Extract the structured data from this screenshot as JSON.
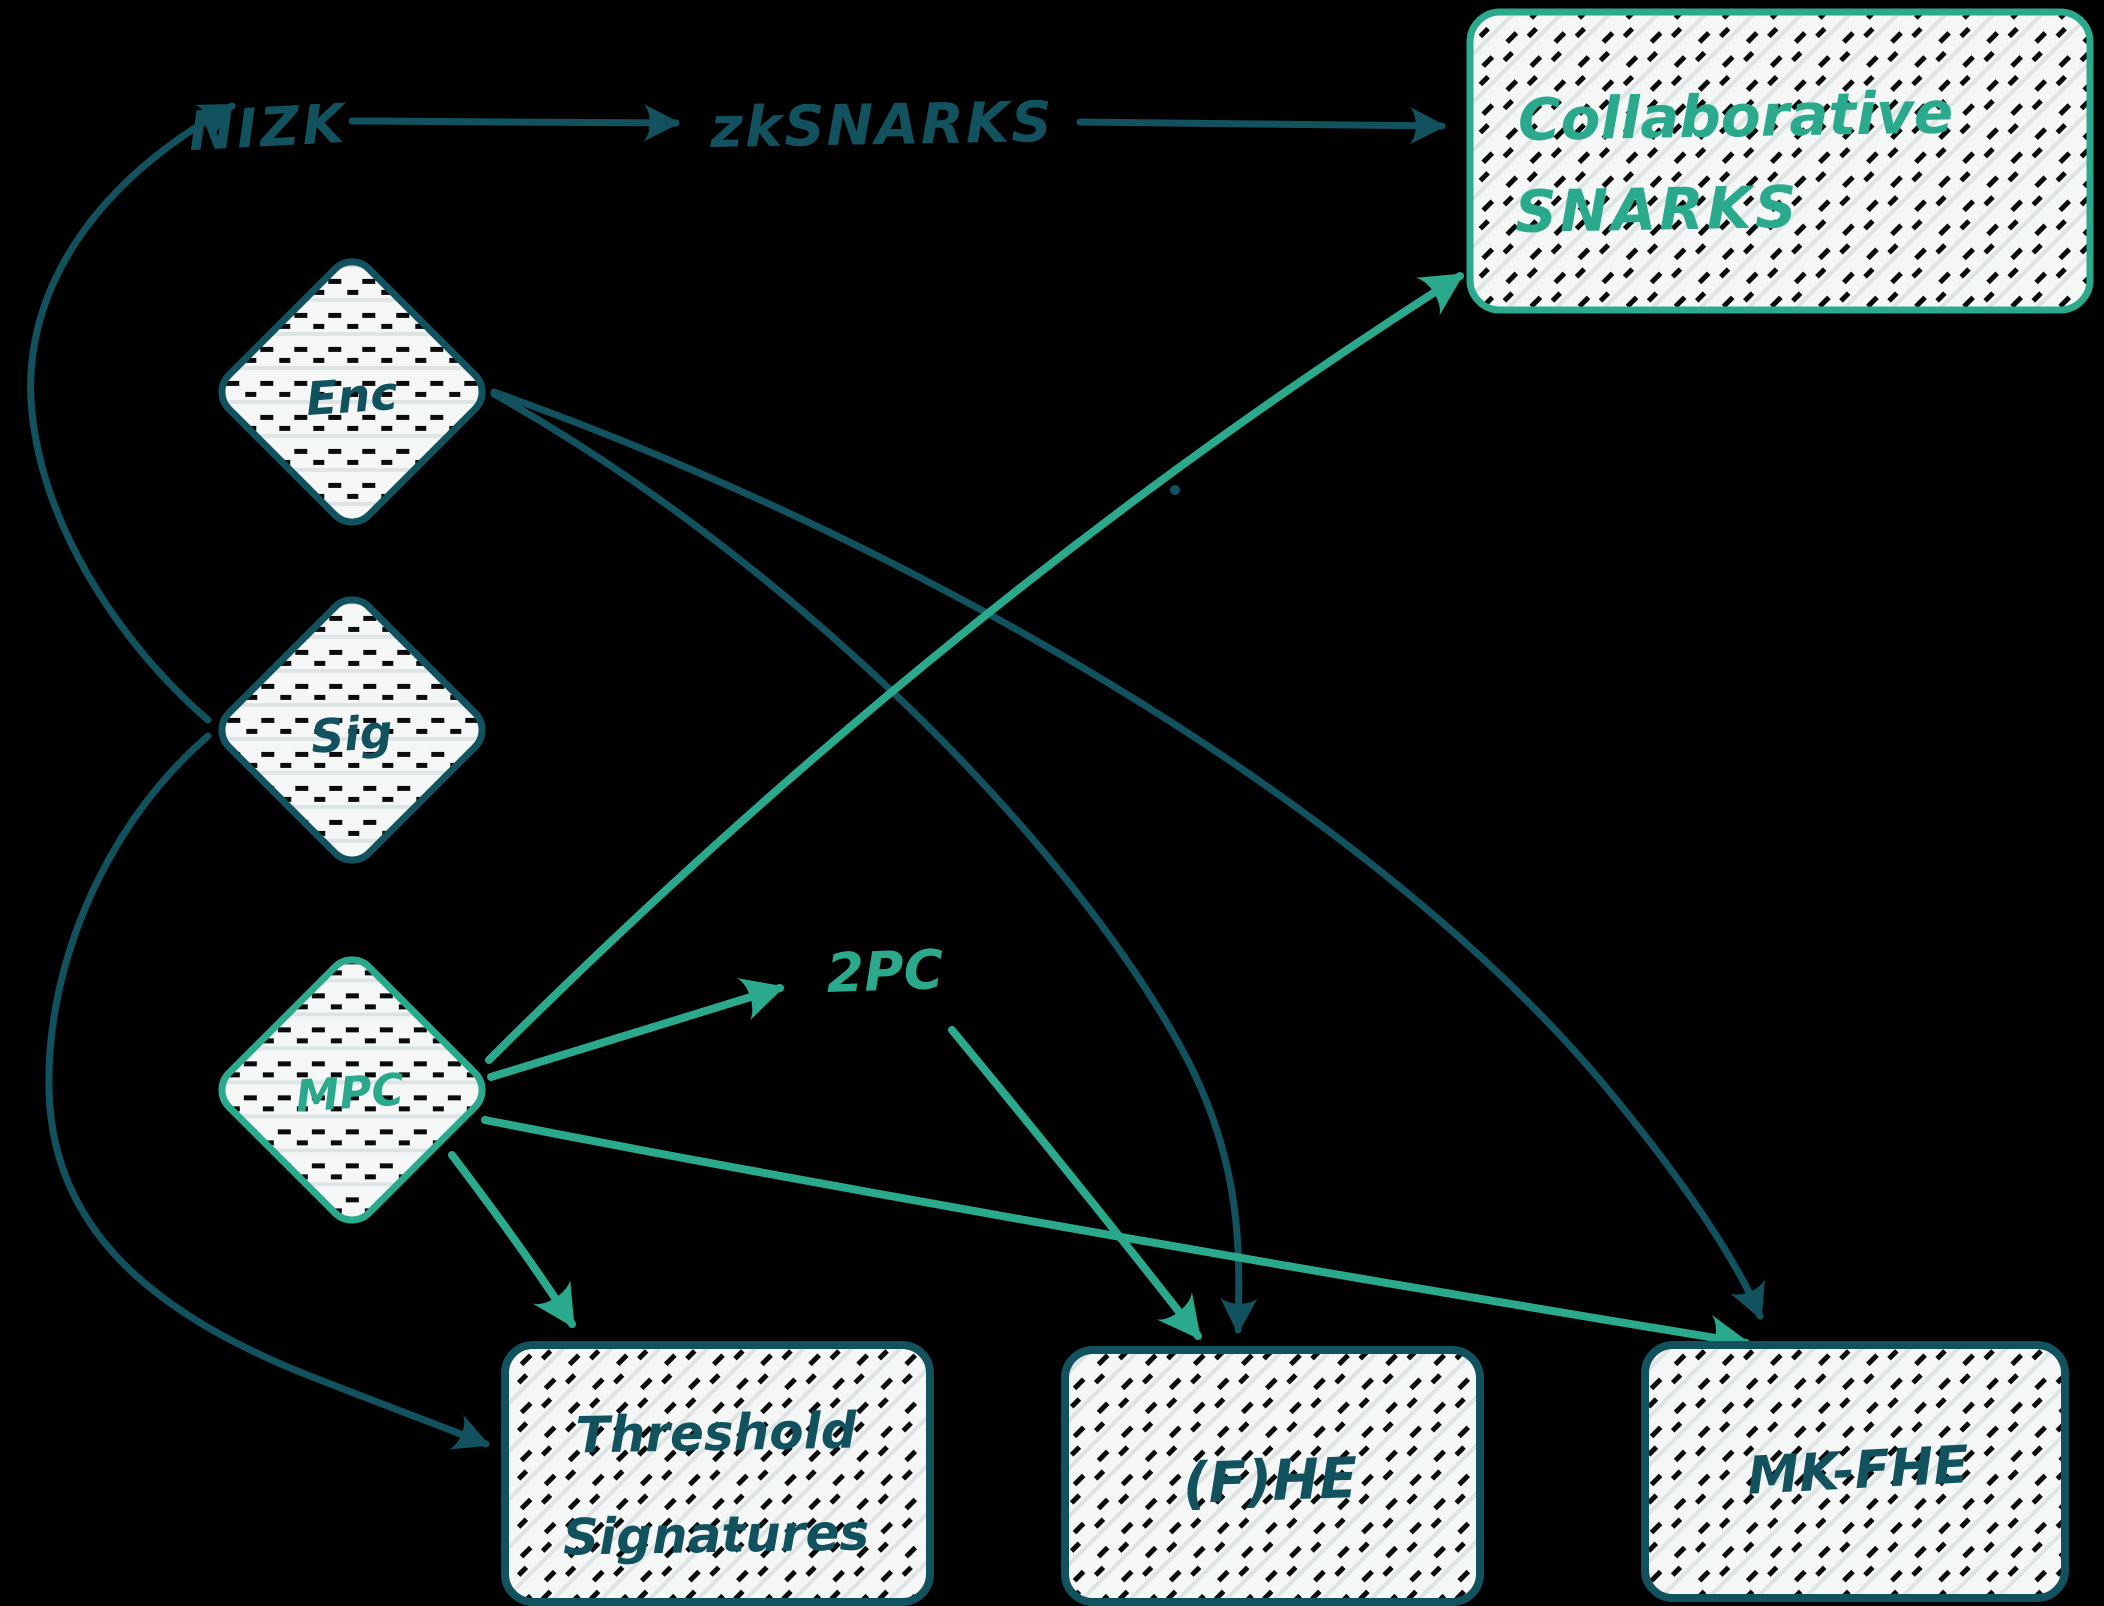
{
  "diagram": {
    "title": "cryptography concepts relationship diagram",
    "background_color": "#000000",
    "colors": {
      "dark_teal": "#12525f",
      "green": "#2aa98c",
      "node_fill": "#f4f7f6",
      "hatch_dash": "#0b0b0b",
      "hatch_streak": "#dde4e3"
    },
    "nodes": {
      "nizk": {
        "label": "NIZK",
        "shape": "text",
        "color": "dark_teal"
      },
      "zksnarks": {
        "label": "zkSNARKS",
        "shape": "text",
        "color": "dark_teal"
      },
      "collaborative_snarks": {
        "label_line1": "Collaborative",
        "label_line2": "SNARKS",
        "shape": "rounded-rectangle",
        "color": "green"
      },
      "enc": {
        "label": "Enc",
        "shape": "diamond",
        "color": "dark_teal"
      },
      "sig": {
        "label": "Sig",
        "shape": "diamond",
        "color": "dark_teal"
      },
      "mpc": {
        "label": "MPC",
        "shape": "diamond",
        "color": "green"
      },
      "two_pc": {
        "label": "2PC",
        "shape": "text",
        "color": "green"
      },
      "threshold_signatures": {
        "label_line1": "Threshold",
        "label_line2": "Signatures",
        "shape": "rounded-rectangle",
        "color": "dark_teal"
      },
      "fhe": {
        "label": "(F)HE",
        "shape": "rounded-rectangle",
        "color": "dark_teal"
      },
      "mk_fhe": {
        "label": "MK-FHE",
        "shape": "rounded-rectangle",
        "color": "dark_teal"
      }
    },
    "edges": [
      {
        "id": "nizk-to-zksnarks",
        "from": "nizk",
        "to": "zksnarks",
        "color": "dark_teal",
        "style": "straight-arrow"
      },
      {
        "id": "zksnarks-to-collaborative-snarks",
        "from": "zksnarks",
        "to": "collaborative_snarks",
        "color": "dark_teal",
        "style": "straight-arrow"
      },
      {
        "id": "sig-to-nizk",
        "from": "sig",
        "to": "nizk",
        "color": "dark_teal",
        "style": "curved-arrow-around-left"
      },
      {
        "id": "sig-to-threshold-signatures",
        "from": "sig",
        "to": "threshold_signatures",
        "color": "dark_teal",
        "style": "curved-arrow-around-left"
      },
      {
        "id": "enc-to-fhe",
        "from": "enc",
        "to": "fhe",
        "color": "dark_teal",
        "style": "curved-arrow"
      },
      {
        "id": "enc-to-mk-fhe",
        "from": "enc",
        "to": "mk_fhe",
        "color": "dark_teal",
        "style": "curved-arrow"
      },
      {
        "id": "mpc-to-2pc",
        "from": "mpc",
        "to": "two_pc",
        "color": "green",
        "style": "straight-arrow"
      },
      {
        "id": "mpc-to-collaborative-snarks",
        "from": "mpc",
        "to": "collaborative_snarks",
        "color": "green",
        "style": "straight-arrow"
      },
      {
        "id": "mpc-to-threshold-signatures",
        "from": "mpc",
        "to": "threshold_signatures",
        "color": "green",
        "style": "straight-arrow"
      },
      {
        "id": "mpc-to-mk-fhe",
        "from": "mpc",
        "to": "mk_fhe",
        "color": "green",
        "style": "straight-arrow"
      },
      {
        "id": "2pc-to-fhe",
        "from": "two_pc",
        "to": "fhe",
        "color": "green",
        "style": "straight-arrow"
      }
    ]
  }
}
